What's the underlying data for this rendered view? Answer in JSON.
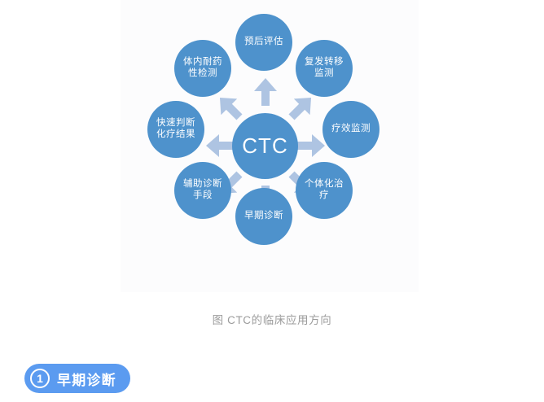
{
  "figure": {
    "caption": "图 CTC的临床应用方向",
    "center_node": {
      "id": "ctc",
      "label": "CTC"
    },
    "nodes": [
      {
        "id": "prognosis-evaluation",
        "position": "top",
        "label": "预后评估"
      },
      {
        "id": "recurrence-metastasis",
        "position": "top-right",
        "label": "复发转移监测"
      },
      {
        "id": "efficacy-monitoring",
        "position": "right",
        "label": "疗效监测"
      },
      {
        "id": "individualized-therapy",
        "position": "bottom-right",
        "label": "个体化治疗"
      },
      {
        "id": "early-diagnosis",
        "position": "bottom",
        "label": "早期诊断"
      },
      {
        "id": "auxiliary-diagnosis",
        "position": "bottom-left",
        "label": "辅助诊断手段"
      },
      {
        "id": "chemo-result-judgment",
        "position": "left",
        "label": "快速判断化疗结果"
      },
      {
        "id": "drug-resistance-test",
        "position": "top-left",
        "label": "体内耐药性检测"
      }
    ],
    "arrows": [
      {
        "id": "arrow-up",
        "direction": "up"
      },
      {
        "id": "arrow-up-right",
        "direction": "up-right"
      },
      {
        "id": "arrow-right",
        "direction": "right"
      },
      {
        "id": "arrow-down-right",
        "direction": "down-right"
      },
      {
        "id": "arrow-down",
        "direction": "down"
      },
      {
        "id": "arrow-down-left",
        "direction": "down-left"
      },
      {
        "id": "arrow-left",
        "direction": "left"
      },
      {
        "id": "arrow-up-left",
        "direction": "up-left"
      }
    ]
  },
  "section_badge": {
    "number": "1",
    "title": "早期诊断"
  },
  "colors": {
    "node_blue": "#4e92cc",
    "arrow_blue": "#aec4e2",
    "badge_blue": "#5b9bf0",
    "caption_gray": "#9b9b9b",
    "page_background": "#ffffff",
    "panel_background": "#fcfcfd"
  }
}
